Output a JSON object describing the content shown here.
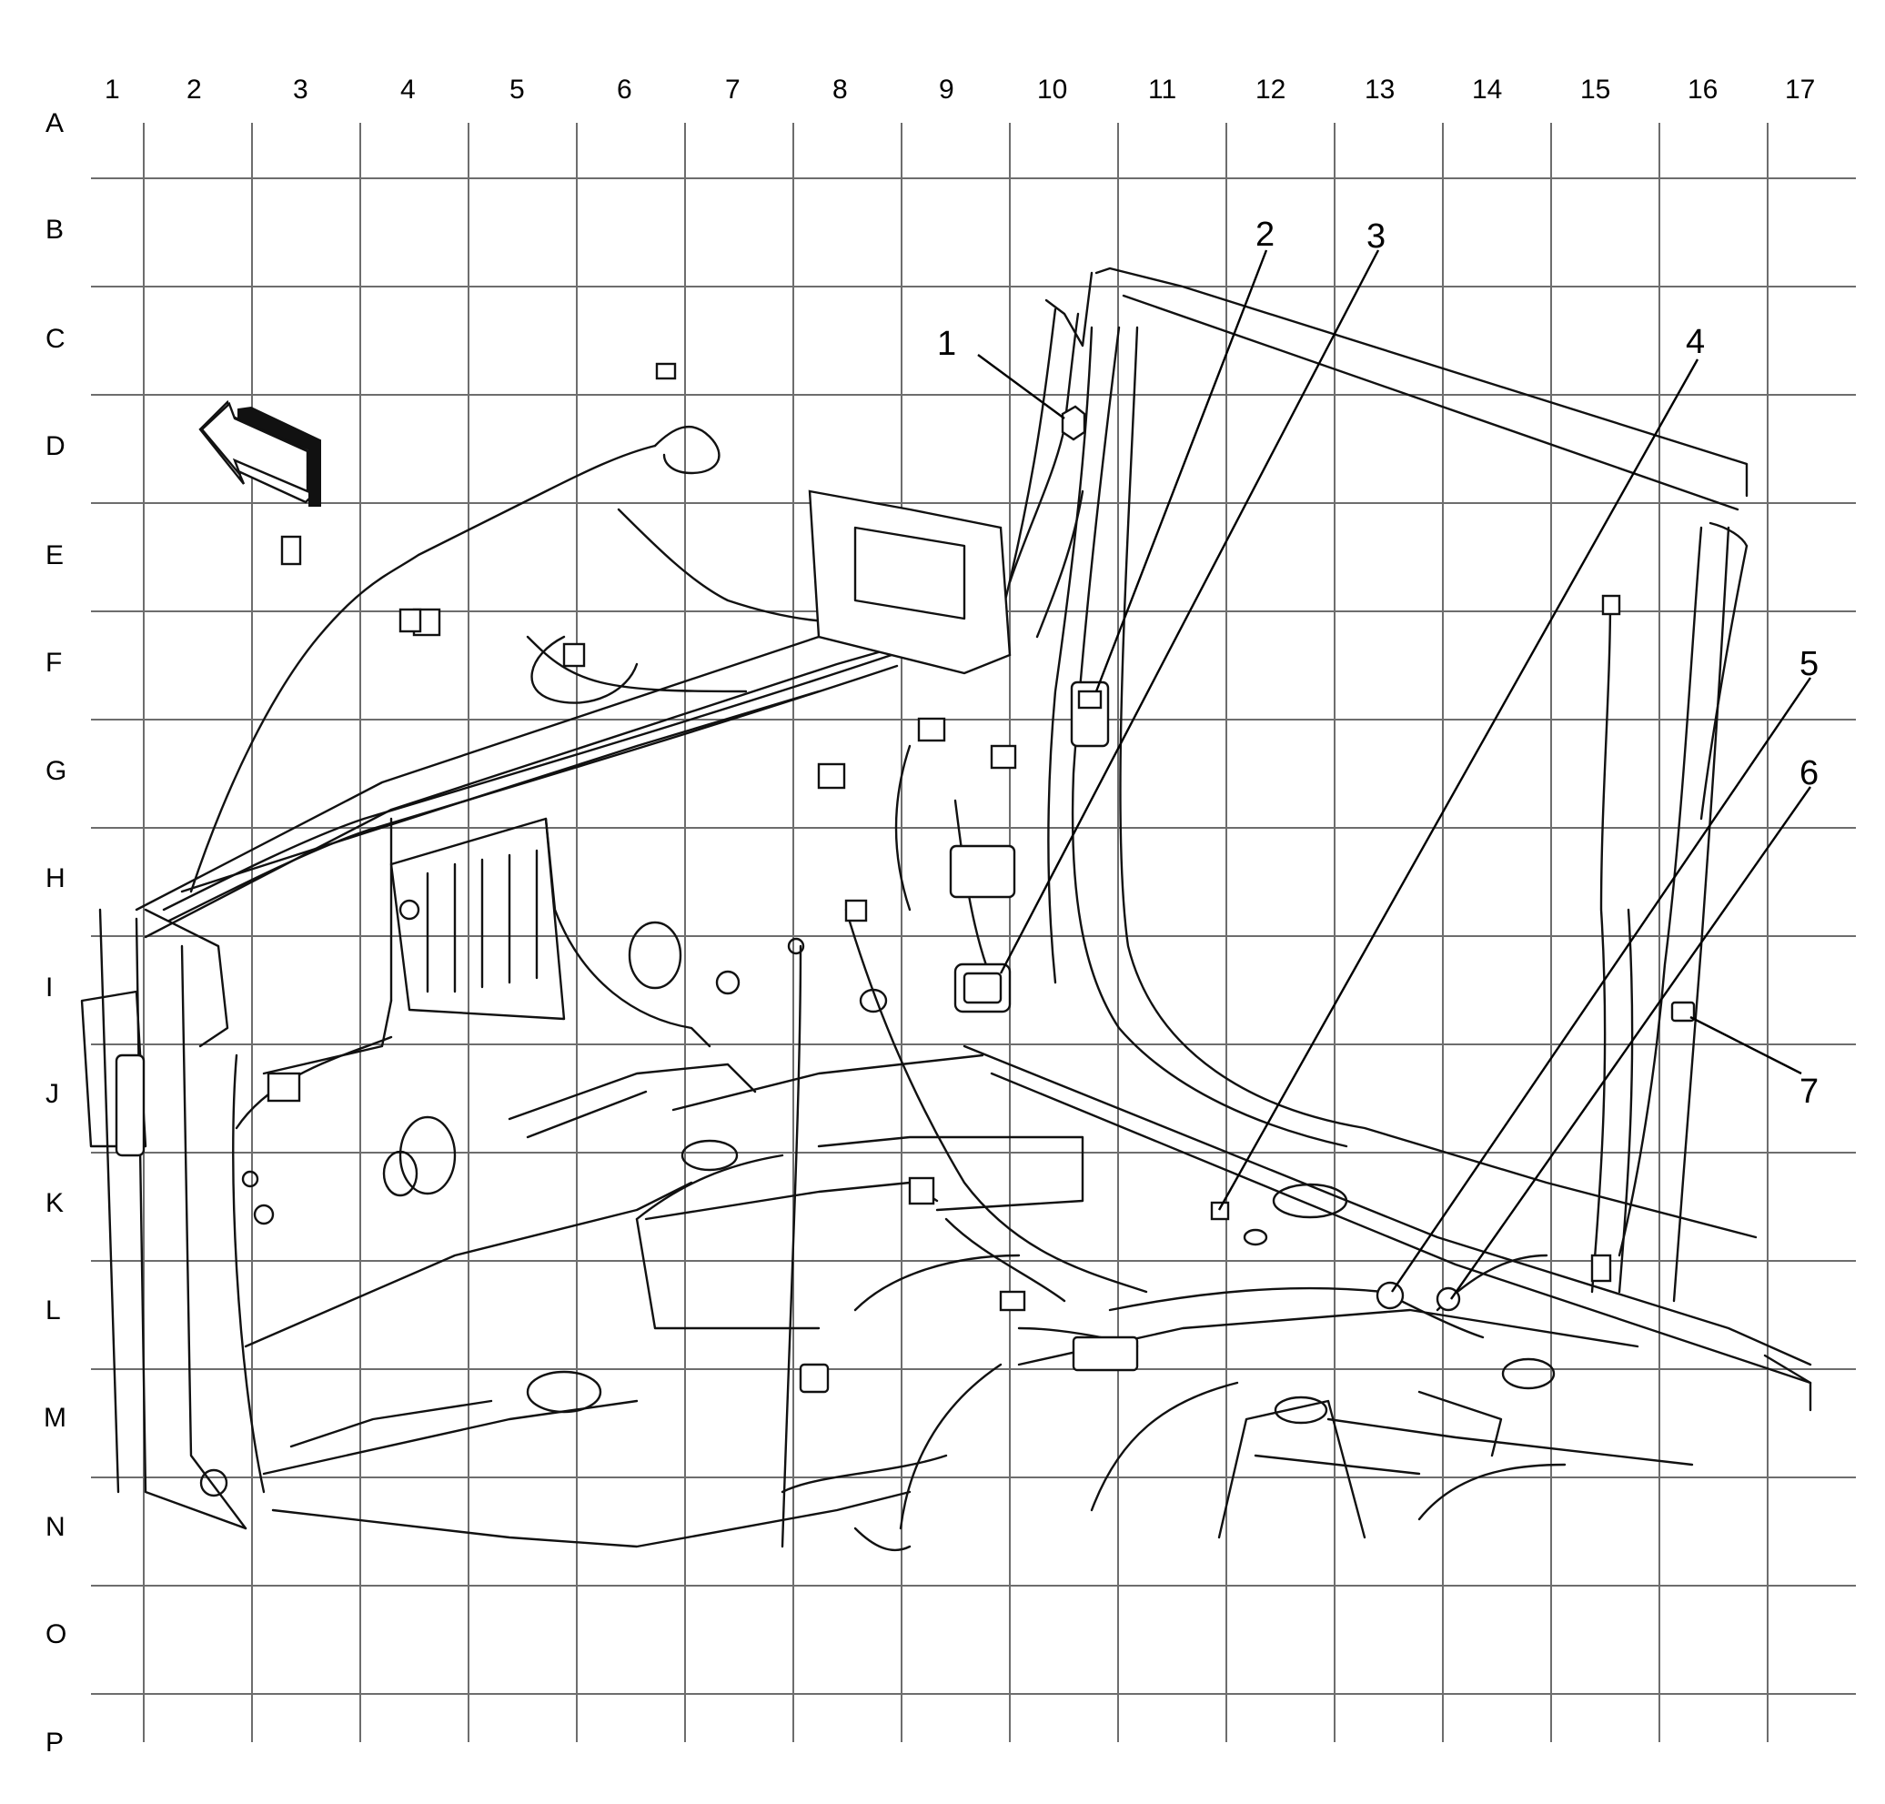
{
  "grid": {
    "columns": [
      "1",
      "2",
      "3",
      "4",
      "5",
      "6",
      "7",
      "8",
      "9",
      "10",
      "11",
      "12",
      "13",
      "14",
      "15",
      "16",
      "17"
    ],
    "rows": [
      "A",
      "B",
      "C",
      "D",
      "E",
      "F",
      "G",
      "H",
      "I",
      "J",
      "K",
      "L",
      "M",
      "N",
      "O",
      "P"
    ]
  },
  "callouts": [
    {
      "id": "1",
      "label": "1"
    },
    {
      "id": "2",
      "label": "2"
    },
    {
      "id": "3",
      "label": "3"
    },
    {
      "id": "4",
      "label": "4"
    },
    {
      "id": "5",
      "label": "5"
    },
    {
      "id": "6",
      "label": "6"
    },
    {
      "id": "7",
      "label": "7"
    }
  ],
  "icons": {
    "front_arrow": "direction-arrow-icon"
  }
}
